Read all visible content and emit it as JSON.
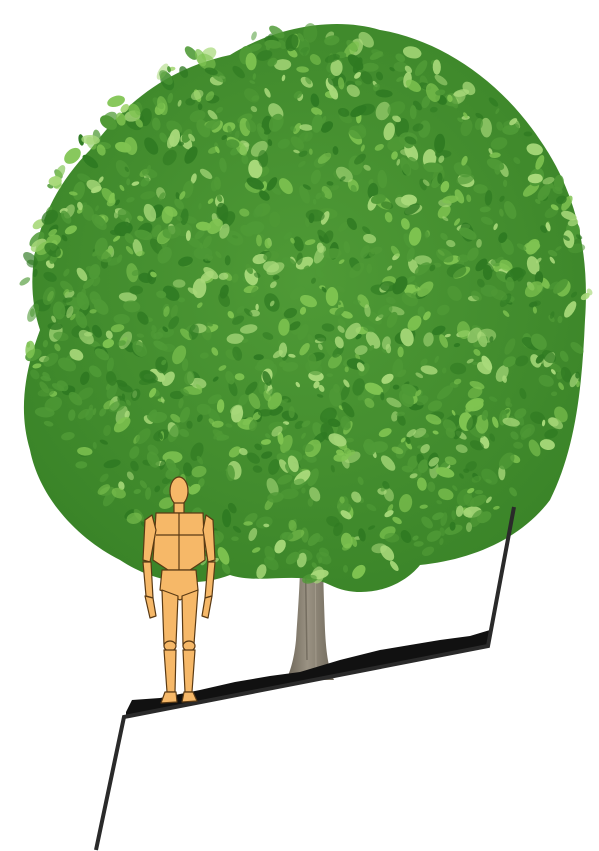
{
  "diagram": {
    "elements": [
      {
        "name": "tree",
        "kind": "broadleaf tree"
      },
      {
        "name": "human-figure",
        "kind": "wooden mannequin scale figure"
      },
      {
        "name": "ground-profile",
        "kind": "sloped ground section line"
      }
    ]
  },
  "colors": {
    "background": "#ffffff",
    "foliage_dark": "#2f7a22",
    "foliage_mid": "#4f9a36",
    "foliage_light": "#7fc451",
    "foliage_highlight": "#a8d97a",
    "trunk": "#8a8273",
    "trunk_shadow": "#6b6457",
    "figure_fill": "#f6b868",
    "figure_stroke": "#5a3a14",
    "ground_line": "#222222",
    "ground_soil": "#111111"
  }
}
